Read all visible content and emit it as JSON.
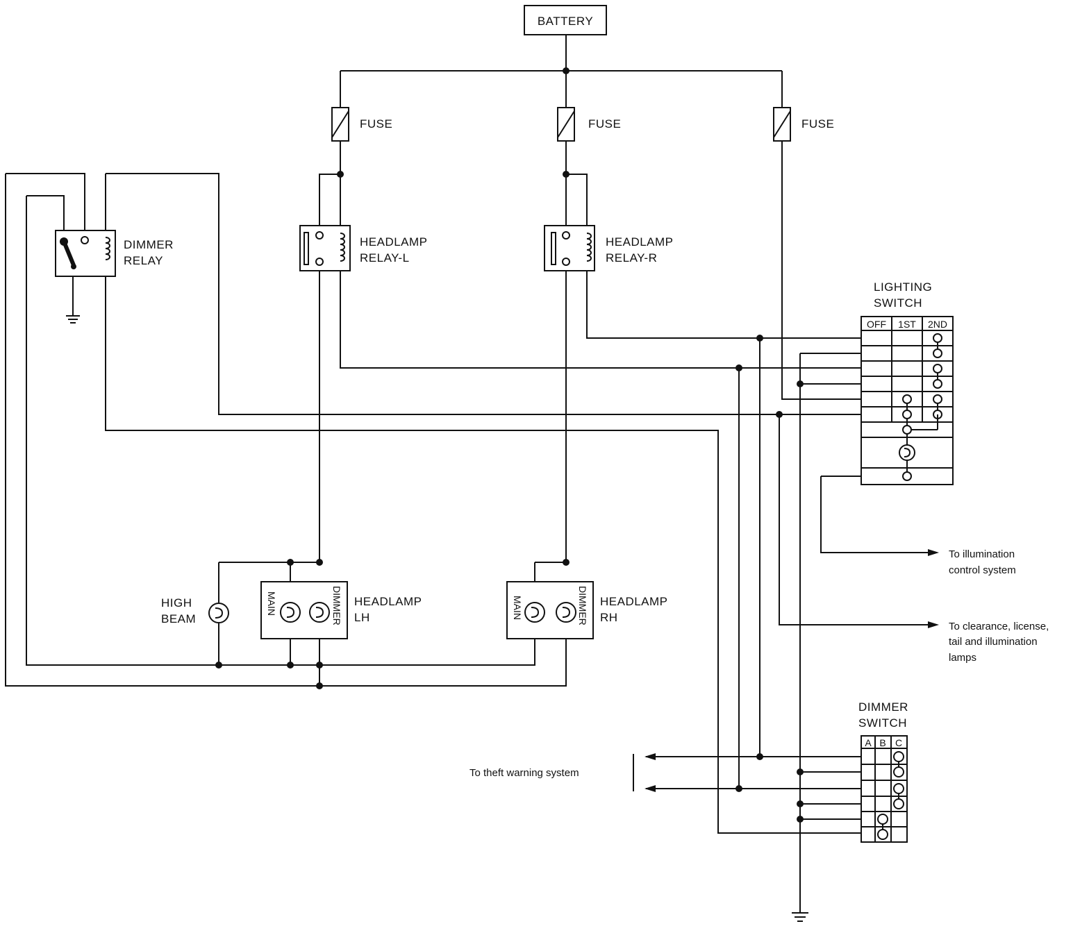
{
  "labels": {
    "battery": "BATTERY",
    "fuse_1": "FUSE",
    "fuse_2": "FUSE",
    "fuse_3": "FUSE",
    "dimmer_relay_1": "DIMMER",
    "dimmer_relay_2": "RELAY",
    "headlamp_relay_l_1": "HEADLAMP",
    "headlamp_relay_l_2": "RELAY-L",
    "headlamp_relay_r_1": "HEADLAMP",
    "headlamp_relay_r_2": "RELAY-R",
    "lighting_switch_1": "LIGHTING",
    "lighting_switch_2": "SWITCH",
    "high_beam_1": "HIGH",
    "high_beam_2": "BEAM",
    "headlamp_lh_1": "HEADLAMP",
    "headlamp_lh_2": "LH",
    "headlamp_rh_1": "HEADLAMP",
    "headlamp_rh_2": "RH",
    "main_lh": "MAIN",
    "dimmer_lh": "DIMMER",
    "main_rh": "MAIN",
    "dimmer_rh": "DIMMER",
    "dimmer_switch_1": "DIMMER",
    "dimmer_switch_2": "SWITCH",
    "illum_1": "To illumination",
    "illum_2": "control system",
    "clear_1": "To clearance, license,",
    "clear_2": "tail and illumination",
    "clear_3": "lamps",
    "theft": "To theft warning system"
  },
  "lighting_switch_positions": [
    "OFF",
    "1ST",
    "2ND"
  ],
  "dimmer_switch_positions": [
    "A",
    "B",
    "C"
  ]
}
